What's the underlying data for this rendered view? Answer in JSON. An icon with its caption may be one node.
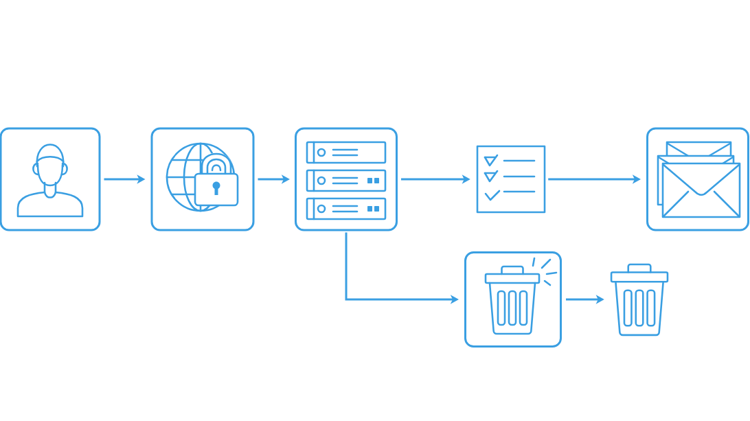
{
  "diagram": {
    "nodes": [
      {
        "text": [],
        "shape": "box"
      },
      {
        "text": [],
        "shape": "box"
      },
      {
        "text": [],
        "shape": "box"
      },
      {
        "text": [],
        "shape": "picture"
      },
      {
        "text": [],
        "shape": "box"
      },
      {
        "text": [],
        "shape": "box"
      },
      {
        "text": [],
        "shape": "picture"
      }
    ],
    "edges": [
      {
        "from": 0,
        "to": 1,
        "arrow": "to"
      },
      {
        "from": 1,
        "to": 2,
        "arrow": "to"
      },
      {
        "from": 2,
        "to": 3,
        "arrow": "to"
      },
      {
        "from": 3,
        "to": 4,
        "arrow": "to"
      },
      {
        "from": 2,
        "to": 5,
        "arrow": "to"
      },
      {
        "from": 5,
        "to": 6,
        "arrow": "to"
      }
    ]
  }
}
